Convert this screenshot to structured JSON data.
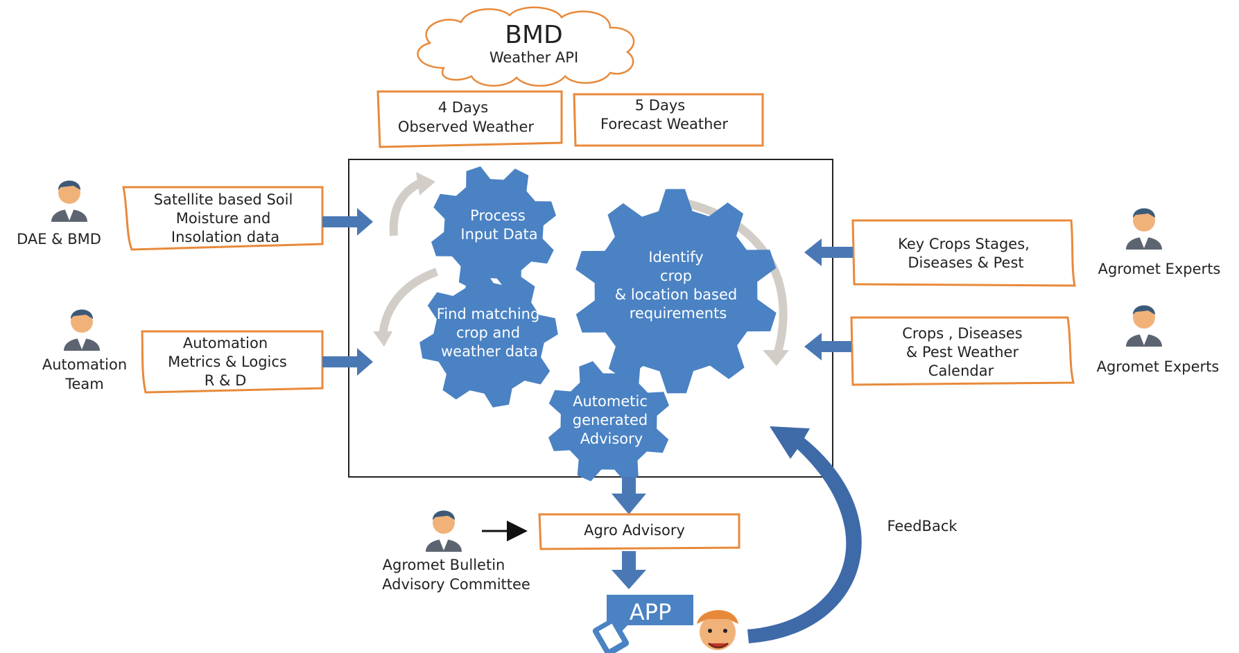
{
  "cloud": {
    "title": "BMD",
    "subtitle": "Weather API"
  },
  "weather_inputs": {
    "observed": [
      "4 Days",
      "Observed Weather"
    ],
    "forecast": [
      "5 Days",
      "Forecast Weather"
    ]
  },
  "left_inputs": [
    {
      "actor": [
        "DAE & BMD"
      ],
      "box": [
        "Satellite based Soil",
        "Moisture and",
        "Insolation data"
      ]
    },
    {
      "actor": [
        "Automation",
        "Team"
      ],
      "box": [
        "Automation",
        "Metrics & Logics",
        "R & D"
      ]
    }
  ],
  "right_inputs": [
    {
      "actor": [
        "Agromet Experts"
      ],
      "box": [
        "Key Crops Stages,",
        "Diseases & Pest"
      ]
    },
    {
      "actor": [
        "Agromet Experts"
      ],
      "box": [
        "Crops , Diseases",
        "& Pest Weather",
        "Calendar"
      ]
    }
  ],
  "gears": {
    "process": [
      "Process",
      "Input Data"
    ],
    "identify": [
      "Identify",
      "crop",
      "& location based",
      "requirements"
    ],
    "match": [
      "Find matching",
      "crop and",
      "weather data"
    ],
    "advisory": [
      "Autometic",
      "generated",
      "Advisory"
    ]
  },
  "output": {
    "agro_advisory": "Agro Advisory",
    "committee": [
      "Agromet Bulletin",
      "Advisory Committee"
    ],
    "app": "APP",
    "feedback": "FeedBack"
  },
  "colors": {
    "gear": "#4a82c3",
    "arrow": "#4a78b4",
    "box_border": "#e8893a",
    "curve_arrow": "#cfcac4",
    "feedback_arrow": "#3f6aa8"
  }
}
